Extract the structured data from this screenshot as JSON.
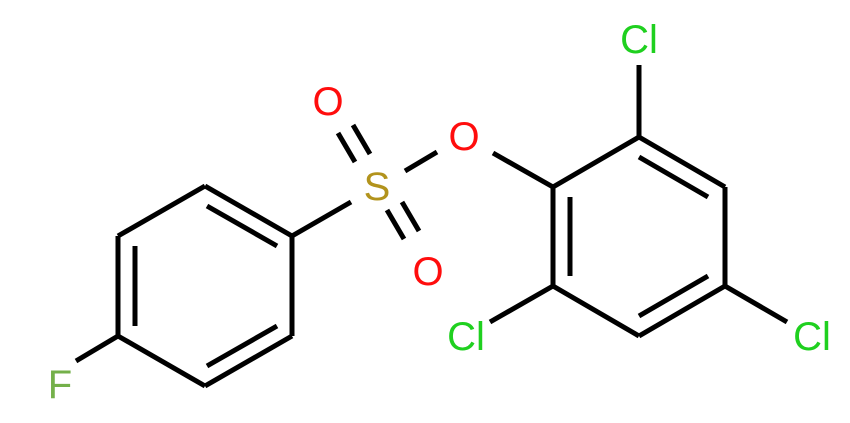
{
  "molecule": {
    "atoms": {
      "fluorine": "F",
      "sulfur": "S",
      "oxygen_top": "O",
      "oxygen_bottom": "O",
      "oxygen_ester": "O",
      "chlorine_top": "Cl",
      "chlorine_left": "Cl",
      "chlorine_right": "Cl"
    },
    "colors": {
      "bond": "#000000",
      "oxygen": "#ff0d0d",
      "sulfur": "#b2931c",
      "chlorine": "#1fd01f",
      "fluorine": "#74b04a"
    }
  }
}
